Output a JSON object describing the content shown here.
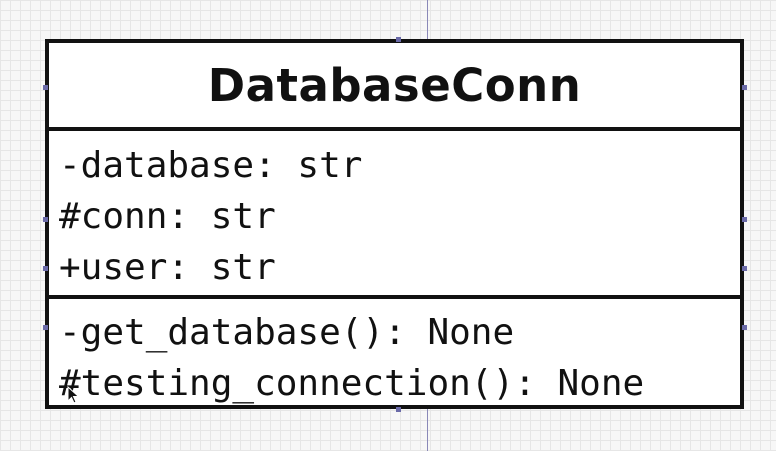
{
  "diagram": {
    "class_name": "DatabaseConn",
    "attributes": [
      {
        "text": "-database: str"
      },
      {
        "text": "#conn: str"
      },
      {
        "text": "+user: str"
      }
    ],
    "methods": [
      {
        "text": "-get_database(): None"
      },
      {
        "text": "#testing_connection(): None"
      }
    ]
  },
  "colors": {
    "canvas_background": "#f7f7f7",
    "grid_line": "#e6e6e6",
    "border": "#111111",
    "guide_line": "#8a88b8"
  },
  "icons": {
    "cursor": "mouse-pointer-icon"
  }
}
